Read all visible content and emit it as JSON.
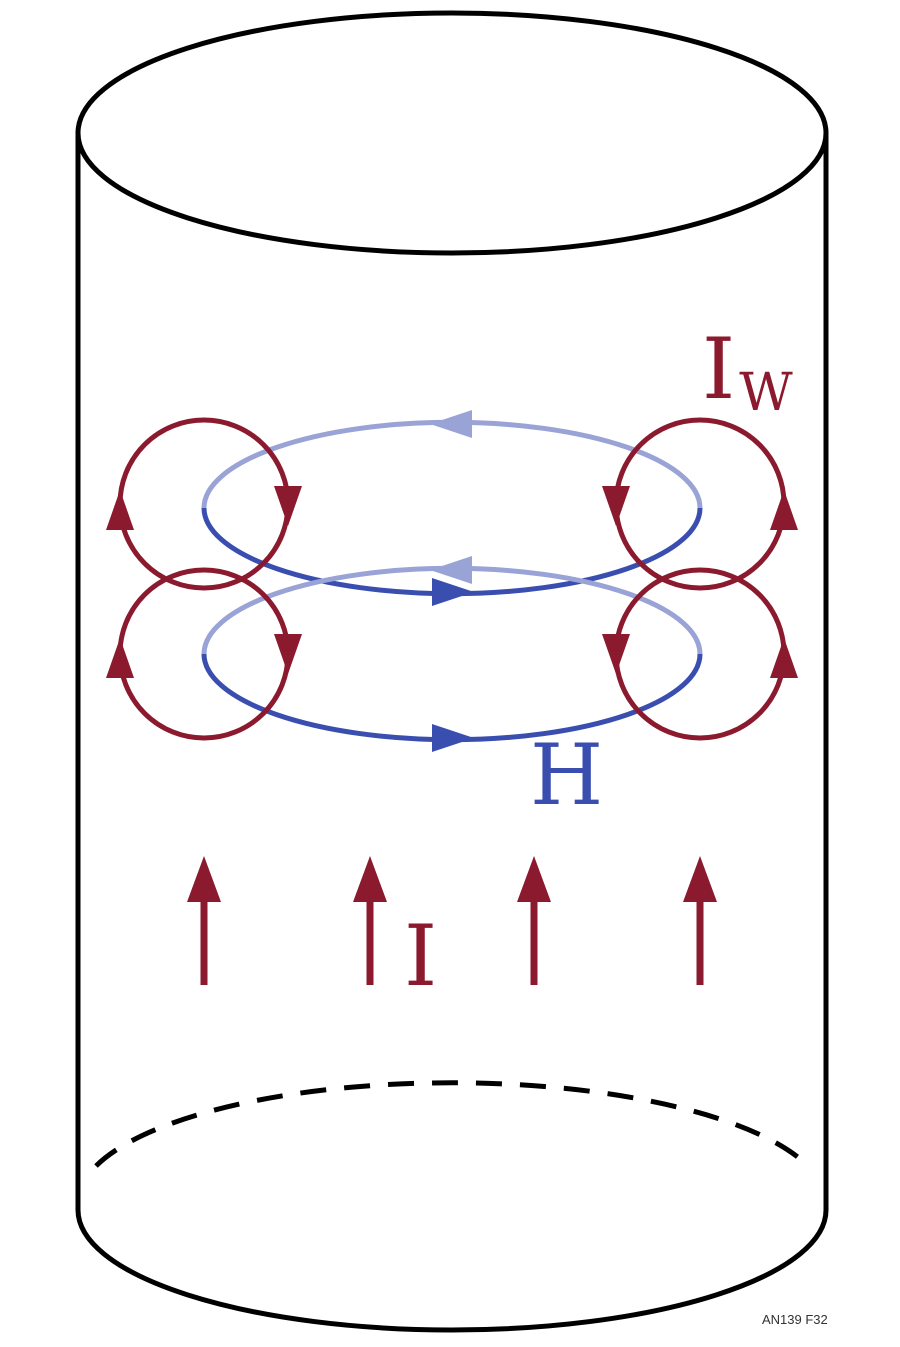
{
  "labels": {
    "eddy_current_main": "I",
    "eddy_current_sub": "W",
    "magnetic_field": "H",
    "current": "I",
    "figure_id": "AN139 F32"
  },
  "colors": {
    "outline": "#000000",
    "current": "#8b1a2e",
    "field": "#3a4eb0",
    "field_faded": "#9aa3d6",
    "figure_id": "#333333"
  }
}
